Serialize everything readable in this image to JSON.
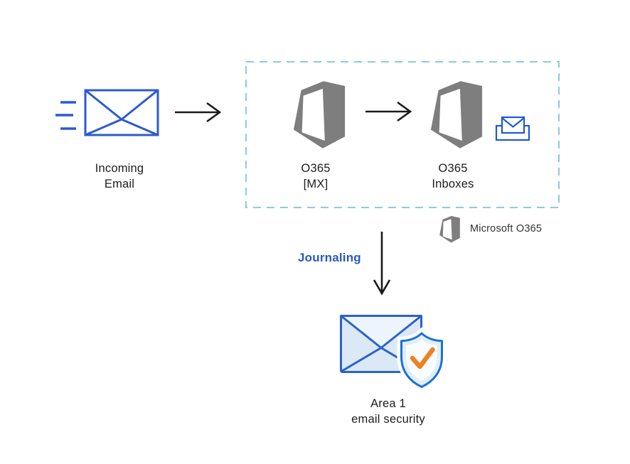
{
  "nodes": {
    "incoming_email": {
      "label_line1": "Incoming",
      "label_line2": "Email"
    },
    "o365_mx": {
      "label_line1": "O365",
      "label_line2": "[MX]"
    },
    "o365_inboxes": {
      "label_line1": "O365",
      "label_line2": "Inboxes"
    },
    "area1": {
      "label_line1": "Area 1",
      "label_line2": "email security"
    }
  },
  "edges": {
    "journaling_label": "Journaling"
  },
  "legend": {
    "label": "Microsoft O365"
  },
  "icons": [
    "incoming-email-icon",
    "arrow-right-icon",
    "office365-icon",
    "inbox-icon",
    "arrow-down-icon",
    "email-security-shield-icon"
  ],
  "colors": {
    "blue": "#2d5ad2",
    "inbox_blue": "#1e56df",
    "journal_blue": "#2b57c4",
    "gray": "#7e7e7e",
    "teal": "#87ceda",
    "ink": "#1c1c1c",
    "a1_blue": "#2b62cc",
    "shield_blue": "#1a70d9",
    "orange": "#ee8122",
    "fill_light": "#dbe9f7",
    "fill_lighter": "#edf4fb",
    "shield_fill": "#e0effa",
    "shield_inner": "#fafdff"
  }
}
